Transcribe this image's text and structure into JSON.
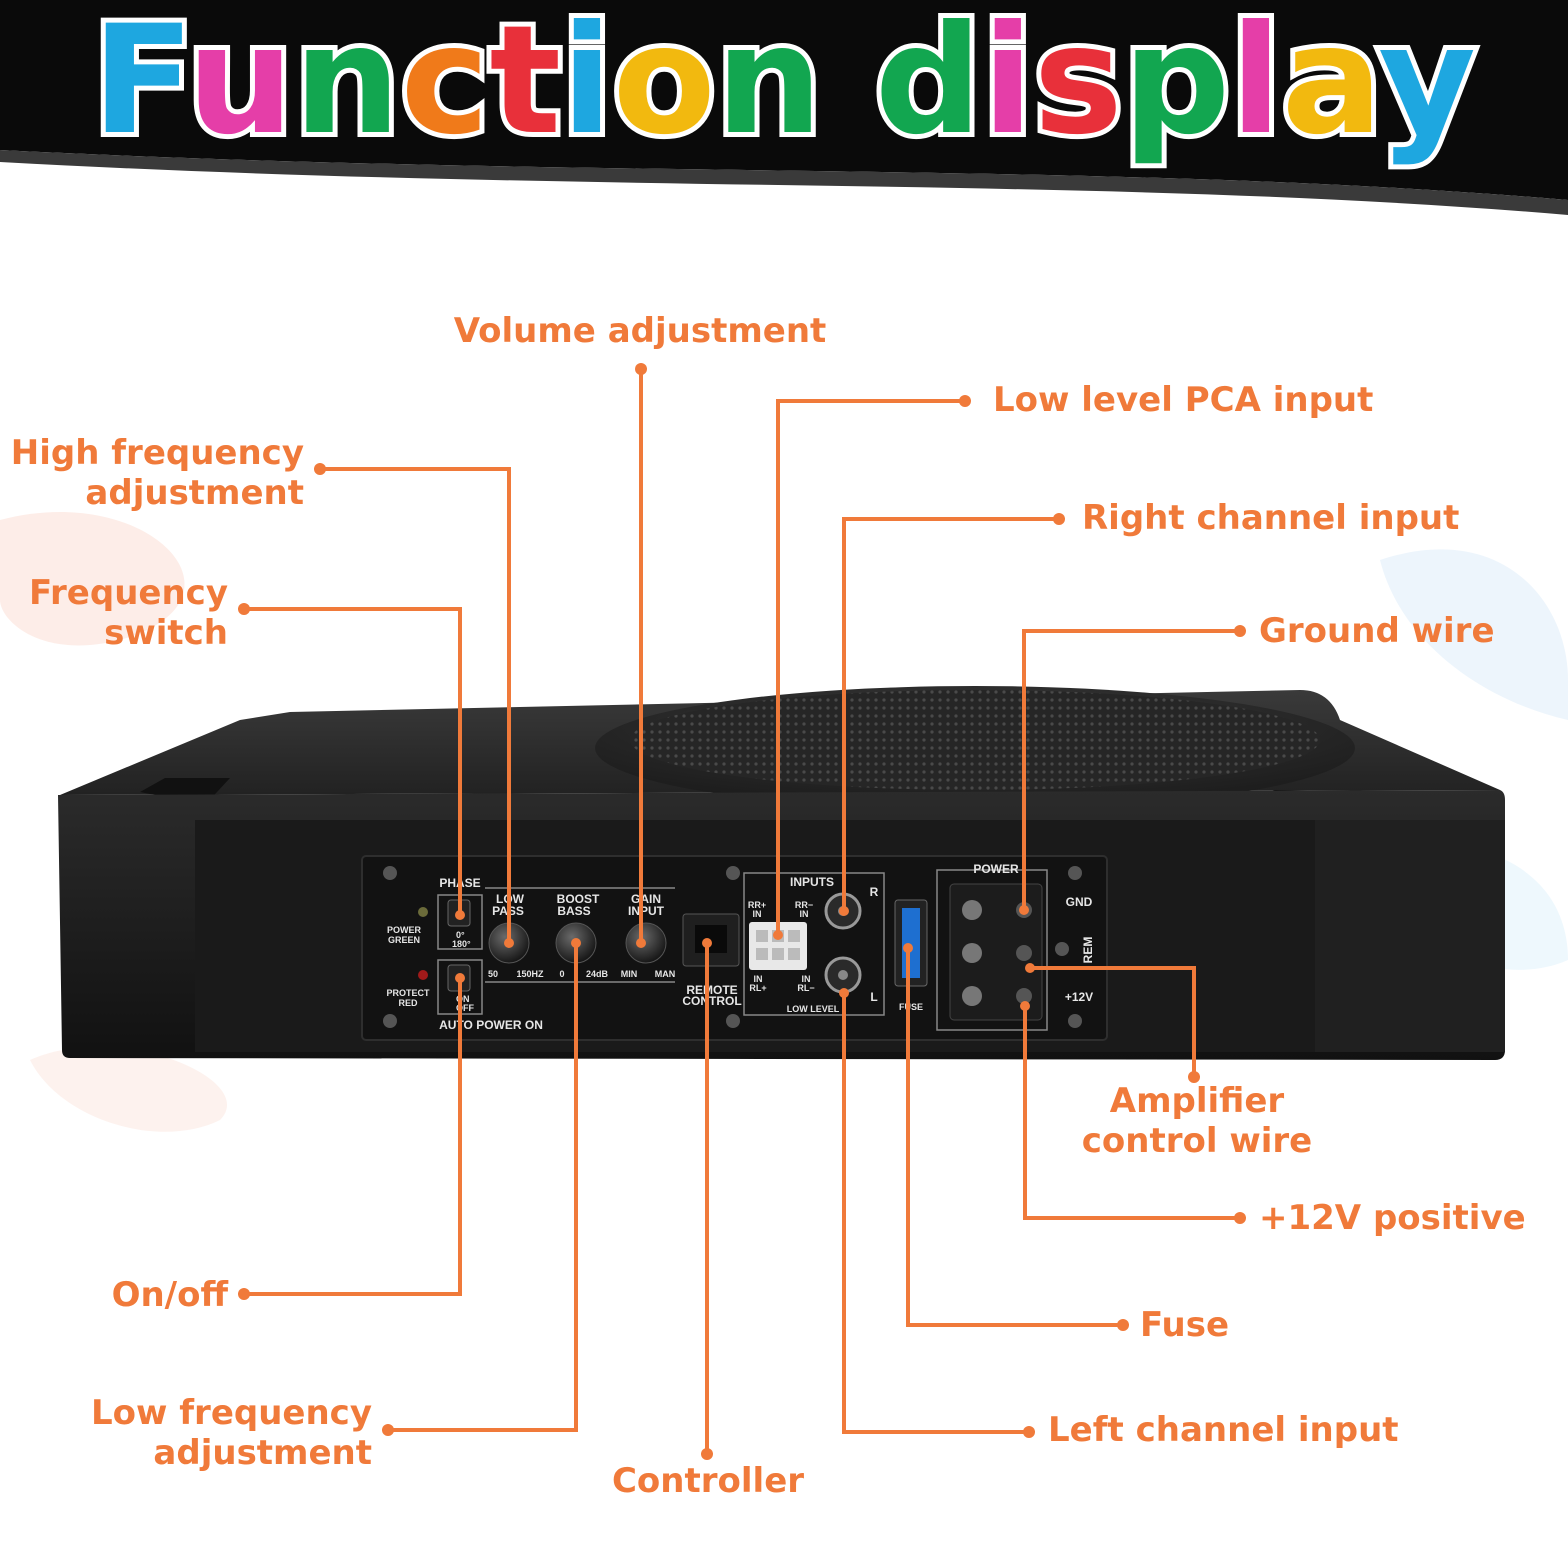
{
  "banner": {
    "title_letters": [
      {
        "ch": "F",
        "color": "#1ea7e0"
      },
      {
        "ch": "u",
        "color": "#e53ea8"
      },
      {
        "ch": "n",
        "color": "#12a650"
      },
      {
        "ch": "c",
        "color": "#f07a1a"
      },
      {
        "ch": "t",
        "color": "#e8303a"
      },
      {
        "ch": "i",
        "color": "#1ea7e0"
      },
      {
        "ch": "o",
        "color": "#f2b90f"
      },
      {
        "ch": "n",
        "color": "#12a650"
      },
      {
        "ch": " ",
        "color": "#ffffff"
      },
      {
        "ch": "d",
        "color": "#12a650"
      },
      {
        "ch": "i",
        "color": "#e53ea8"
      },
      {
        "ch": "s",
        "color": "#e8303a"
      },
      {
        "ch": "p",
        "color": "#12a650"
      },
      {
        "ch": "l",
        "color": "#e53ea8"
      },
      {
        "ch": "a",
        "color": "#f2b90f"
      },
      {
        "ch": "y",
        "color": "#1ea7e0"
      }
    ],
    "background_color": "#0a0a0a"
  },
  "accent_color": "#f07a3a",
  "callouts": {
    "volume": [
      "Volume adjustment"
    ],
    "low_level_pca": [
      "Low level PCA input"
    ],
    "high_freq": [
      "High frequency",
      "adjustment"
    ],
    "right_channel": [
      "Right channel input"
    ],
    "freq_switch": [
      "Frequency",
      "switch"
    ],
    "ground": [
      "Ground wire"
    ],
    "amp_control": [
      "Amplifier",
      "control wire"
    ],
    "plus12v": [
      "+12V positive"
    ],
    "onoff": [
      "On/off"
    ],
    "fuse": [
      "Fuse"
    ],
    "low_freq": [
      "Low frequency",
      "adjustment"
    ],
    "left_channel": [
      "Left channel input"
    ],
    "controller": [
      "Controller"
    ]
  },
  "panel": {
    "phase": "PHASE",
    "phase_values": [
      "0°",
      "180°"
    ],
    "power_led": [
      "POWER",
      "GREEN"
    ],
    "protect_led": [
      "PROTECT",
      "RED"
    ],
    "low_pass": [
      "LOW",
      "PASS"
    ],
    "low_pass_range": [
      "50",
      "150HZ"
    ],
    "boost_bass": [
      "BOOST",
      "BASS"
    ],
    "boost_range": [
      "0",
      "24dB"
    ],
    "gain_input": [
      "GAIN",
      "INPUT"
    ],
    "gain_range": [
      "MIN",
      "MAN"
    ],
    "onoff": [
      "ON",
      "OFF"
    ],
    "auto_power": "AUTO POWER ON",
    "remote": [
      "REMOTE",
      "CONTROL"
    ],
    "inputs": "INPUTS",
    "rr_plus": [
      "RR+",
      "IN"
    ],
    "rr_minus": [
      "RR−",
      "IN"
    ],
    "rl_plus": [
      "IN",
      "RL+"
    ],
    "rl_minus": [
      "IN",
      "RL−"
    ],
    "r": "R",
    "l": "L",
    "low_level": "LOW LEVEL",
    "fuse": "FUSE",
    "power": "POWER",
    "gnd": "GND",
    "rem": "REM",
    "v12": "+12V"
  }
}
